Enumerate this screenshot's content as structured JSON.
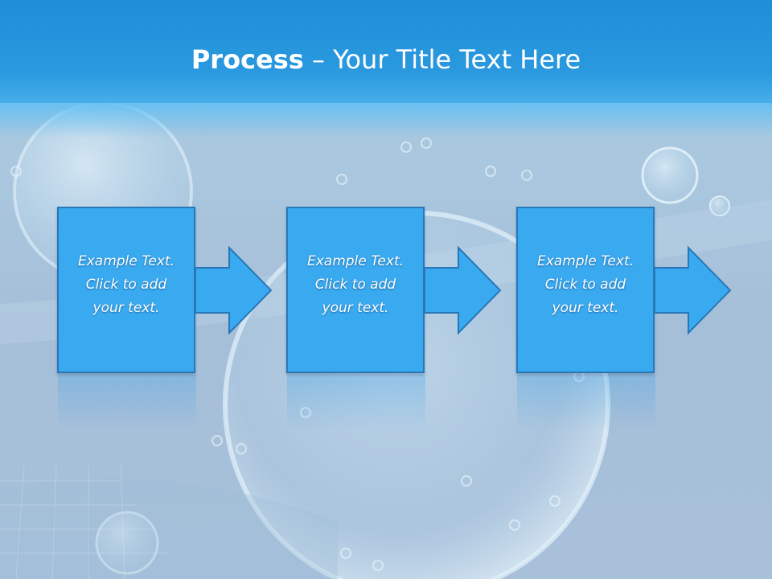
{
  "title": {
    "bold": "Process",
    "rest": " – Your Title Text Here"
  },
  "steps": [
    {
      "lines": [
        "Example Text.",
        "Click  to add",
        "your text."
      ]
    },
    {
      "lines": [
        "Example Text.",
        "Click  to add",
        "your text."
      ]
    },
    {
      "lines": [
        "Example Text.",
        "Click  to add",
        "your text."
      ]
    }
  ],
  "colors": {
    "title_bar": "#1e8ed8",
    "box_fill": "#3aaaf0",
    "box_border": "#2878b8",
    "title_text": "#ffffff"
  }
}
